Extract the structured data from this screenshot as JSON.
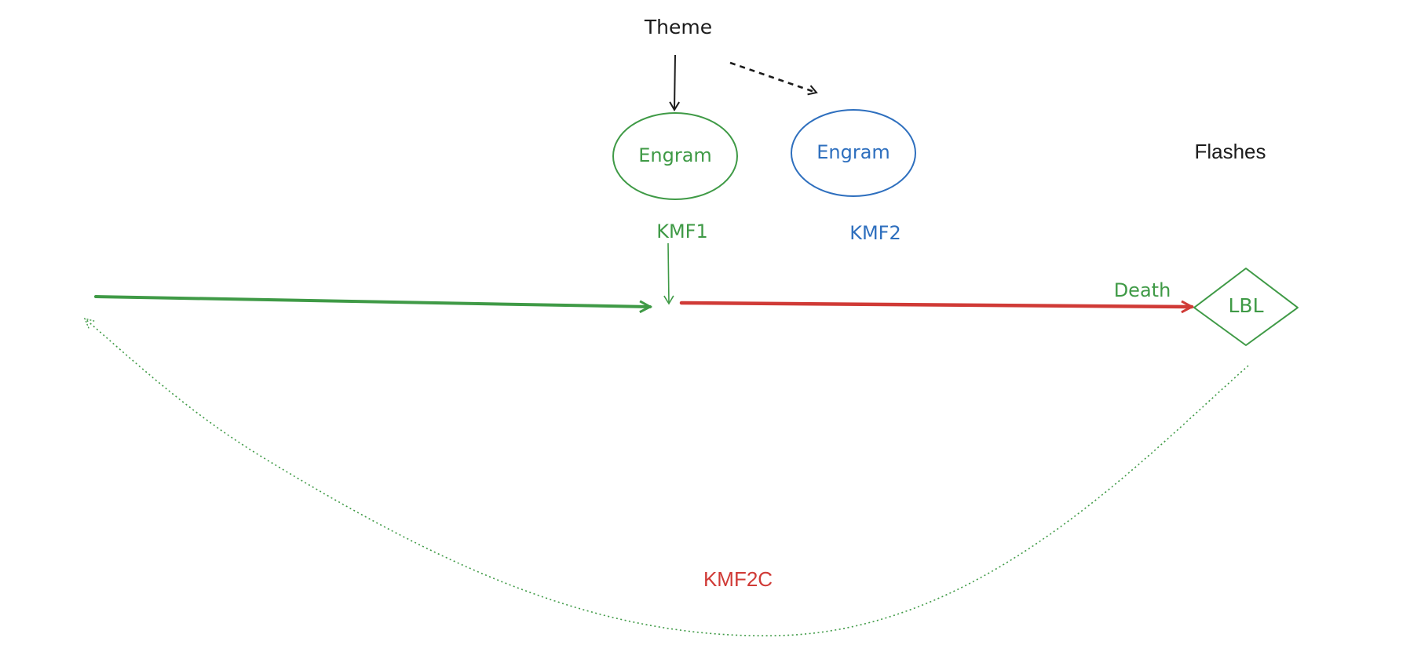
{
  "diagram": {
    "theme_label": "Theme",
    "engram_left_label": "Engram",
    "engram_right_label": "Engram",
    "flashes_label": "Flashes",
    "kmf1_label": "KMF1",
    "kmf2_label": "KMF2",
    "death_label": "Death",
    "lbl_label": "LBL",
    "kmf2c_label": "KMF2C"
  },
  "colors": {
    "green": "#3f9a46",
    "blue": "#2e6fbe",
    "red": "#d03a36",
    "black": "#1c1c1c"
  }
}
